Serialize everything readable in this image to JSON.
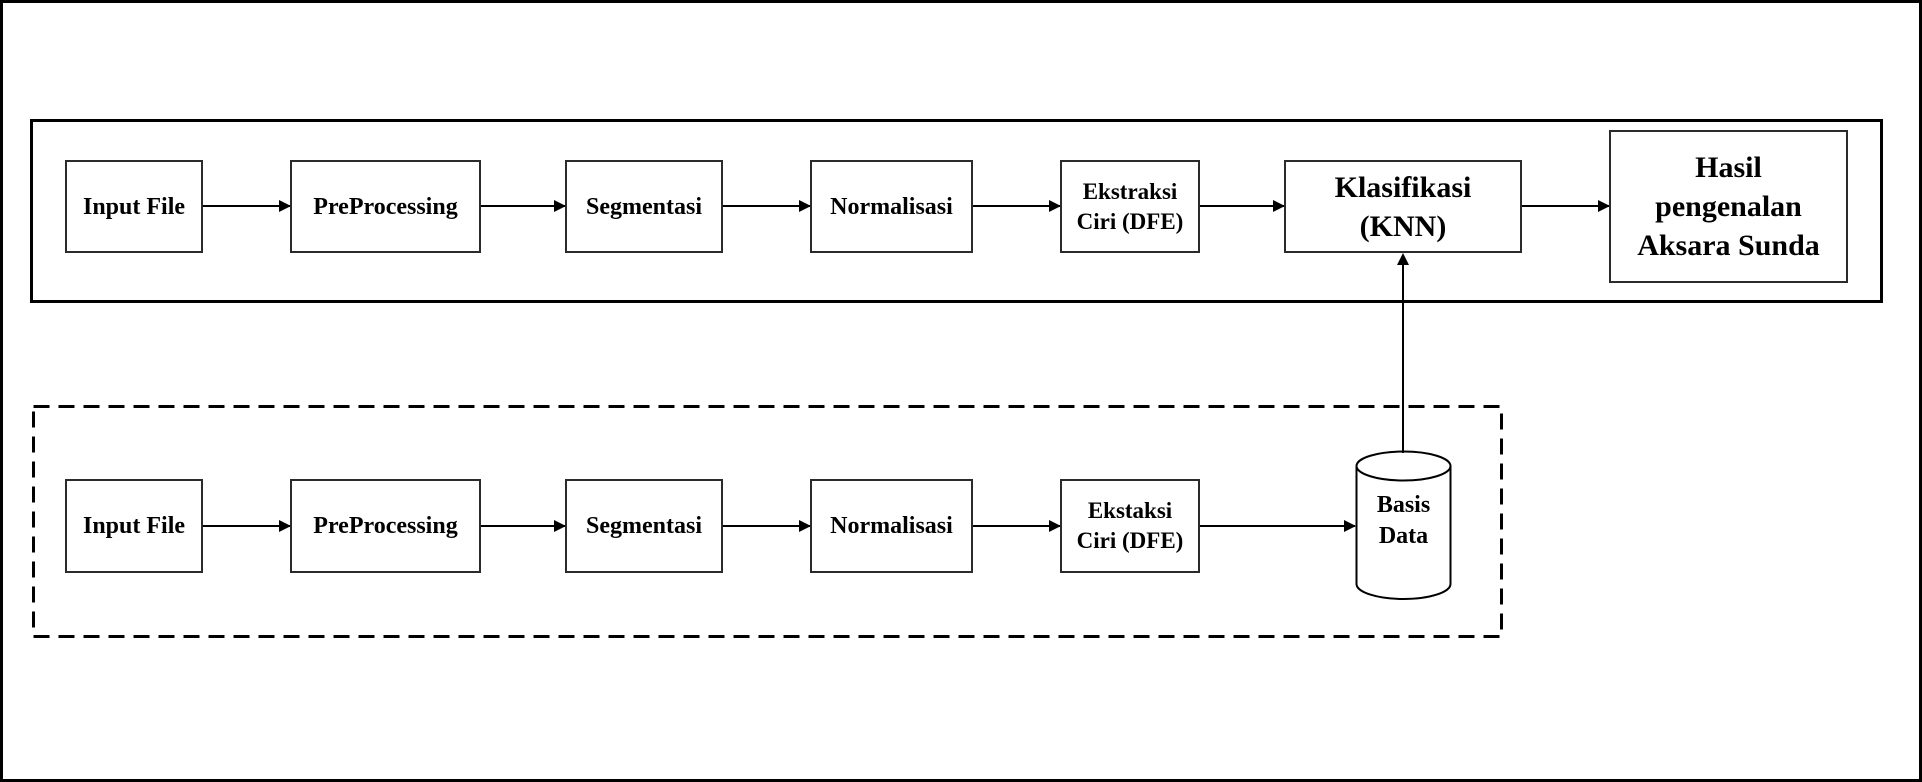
{
  "diagram": {
    "title_hint": "Aksara Sunda recognition flow diagram",
    "colors": {
      "background": "#ffffff",
      "line": "#000000",
      "box_fill": "#ffffff",
      "text": "#000000"
    },
    "top_row": {
      "description": "recognition pipeline (solid border container)",
      "boxes": [
        {
          "lines": [
            "Input File"
          ]
        },
        {
          "lines": [
            "PreProcessing"
          ]
        },
        {
          "lines": [
            "Segmentasi"
          ]
        },
        {
          "lines": [
            "Normalisasi"
          ]
        },
        {
          "lines": [
            "Ekstraksi",
            "Ciri (DFE)"
          ]
        },
        {
          "lines": [
            "Klasifikasi",
            "(KNN)"
          ]
        },
        {
          "lines": [
            "Hasil",
            "pengenalan",
            "Aksara Sunda"
          ]
        }
      ]
    },
    "bottom_row": {
      "description": "database building pipeline (dashed border container)",
      "boxes": [
        {
          "lines": [
            "Input File"
          ]
        },
        {
          "lines": [
            "PreProcessing"
          ]
        },
        {
          "lines": [
            "Segmentasi"
          ]
        },
        {
          "lines": [
            "Normalisasi"
          ]
        },
        {
          "lines": [
            "Ekstaksi",
            "Ciri (DFE)"
          ]
        },
        {
          "lines": [
            "Basis",
            "Data"
          ]
        }
      ]
    }
  }
}
